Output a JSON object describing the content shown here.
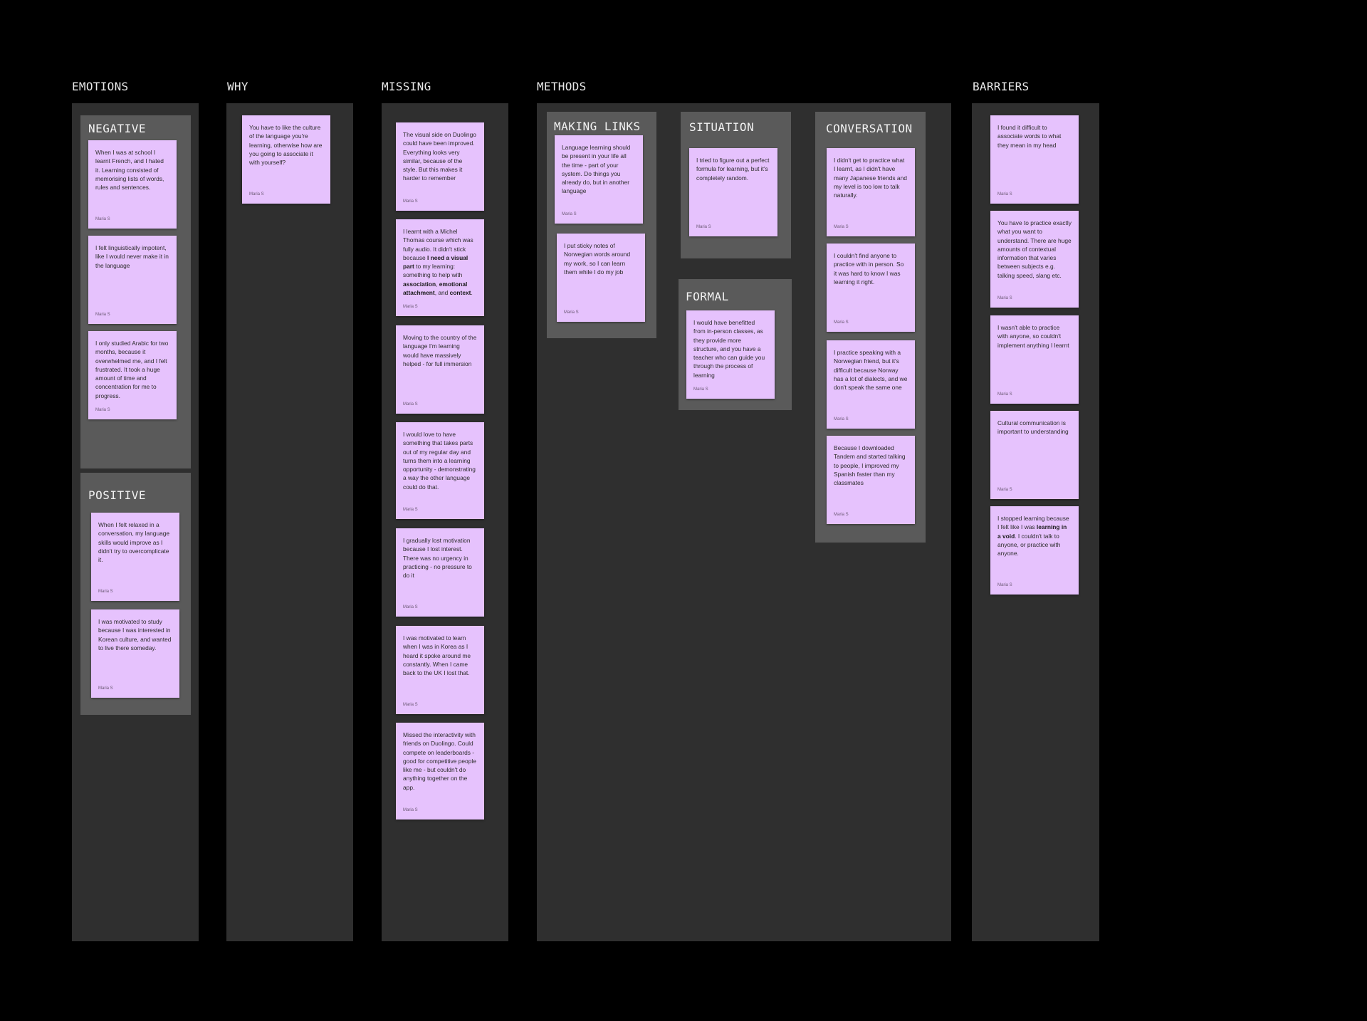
{
  "columns": {
    "emotions": "EMOTIONS",
    "why": "WHY",
    "missing": "MISSING",
    "methods": "METHODS",
    "barriers": "BARRIERS"
  },
  "groups": {
    "negative": "NEGATIVE",
    "positive": "POSITIVE",
    "making_links": "MAKING LINKS",
    "situation": "SITUATION",
    "formal": "FORMAL",
    "conversation": "CONVERSATION"
  },
  "note_color": "#e6c2fd",
  "notes": {
    "neg1": {
      "text": "When I was at school I learnt French, and I hated it. Learning consisted of memorising lists of words, rules and sentences.",
      "author": "Maria S"
    },
    "neg2": {
      "text": "I felt linguistically impotent, like I would never make it in the language",
      "author": "Maria S"
    },
    "neg3": {
      "text": "I only studied Arabic for two months, because it overwhelmed me, and I felt frustrated. It took a huge amount of time and concentration for me to progress.",
      "author": "Maria S"
    },
    "pos1": {
      "text": "When I felt relaxed in a conversation, my language skills would improve as I didn't try to overcomplicate it.",
      "author": "Maria S"
    },
    "pos2": {
      "text": "I was motivated to study because I was interested in Korean culture, and wanted to live there someday.",
      "author": "Maria S"
    },
    "why1": {
      "text": "You have to like the culture of the language you're learning, otherwise how are you going to associate it with yourself?",
      "author": "Maria S"
    },
    "mis1": {
      "text": "The visual side on Duolingo could have been improved. Everything looks very similar, because of the style. But this makes it harder to remember",
      "author": "Maria S"
    },
    "mis2": {
      "text_a": "I learnt with a Michel Thomas course which was fully audio. It didn't stick because ",
      "text_b": "I need a visual part",
      "text_c": " to my learning: something to help with ",
      "text_d": "association",
      "text_e": ", ",
      "text_f": "emotional attachment",
      "text_g": ", and ",
      "text_h": "context",
      "text_i": ".",
      "author": "Maria S"
    },
    "mis3": {
      "text": "Moving to the country of the language I'm learning would have massively helped - for full immersion",
      "author": "Maria S"
    },
    "mis4": {
      "text": "I would love to have something that takes parts out of my regular day and turns them into a learning opportunity - demonstrating a way the other language could do that.",
      "author": "Maria S"
    },
    "mis5": {
      "text": "I gradually lost motivation because I lost interest. There was no urgency in practicing - no pressure to do it",
      "author": "Maria S"
    },
    "mis6": {
      "text": "I was motivated to learn when I was in Korea as I heard it spoke around me constantly. When I came back to the UK I lost that.",
      "author": "Maria S"
    },
    "mis7": {
      "text": "Missed the interactivity with friends on Duolingo. Could compete on leaderboards - good for competitive people like me - but couldn't do anything together on the app.",
      "author": "Maria S"
    },
    "ml1": {
      "text": "Language learning should be present in your life all the time - part of your system. Do things you already do, but in another language",
      "author": "Maria S"
    },
    "ml2": {
      "text": "I put sticky notes of Norwegian words around my work, so I can learn them while I do my job",
      "author": "Maria S"
    },
    "sit1": {
      "text": "I tried to figure out a perfect formula for learning, but it's completely random.",
      "author": "Maria S"
    },
    "form1": {
      "text": "I would have benefitted from in-person classes, as they provide more structure, and you have a teacher who can guide you through the process of learning",
      "author": "Maria S"
    },
    "conv1": {
      "text": "I didn't get to practice what I learnt, as I didn't have many Japanese friends and my level is too low to talk naturally.",
      "author": "Maria S"
    },
    "conv2": {
      "text": "I couldn't find anyone to practice with in person. So it was hard to know I was learning it right.",
      "author": "Maria S"
    },
    "conv3": {
      "text": "I practice speaking with a Norwegian friend, but it's difficult because Norway has a lot of dialects, and we don't speak the same one",
      "author": "Maria S"
    },
    "conv4": {
      "text": "Because I downloaded Tandem and started talking to people, I improved my Spanish faster than my classmates",
      "author": "Maria S"
    },
    "bar1": {
      "text": "I found it difficult to associate words to what they mean in my head",
      "author": "Maria S"
    },
    "bar2": {
      "text": "You have to practice exactly what you want to understand. There are huge amounts of contextual information that varies between subjects e.g. talking speed, slang etc.",
      "author": "Maria S"
    },
    "bar3": {
      "text": "I wasn't able to practice with anyone, so couldn't implement anything I learnt",
      "author": "Maria S"
    },
    "bar4": {
      "text": "Cultural communication is important to understanding",
      "author": "Maria S"
    },
    "bar5": {
      "text_a": "I stopped learning because I felt like I was ",
      "text_b": "learning in a void",
      "text_c": ". I couldn't talk to anyone, or practice with anyone.",
      "author": "Maria S"
    }
  }
}
